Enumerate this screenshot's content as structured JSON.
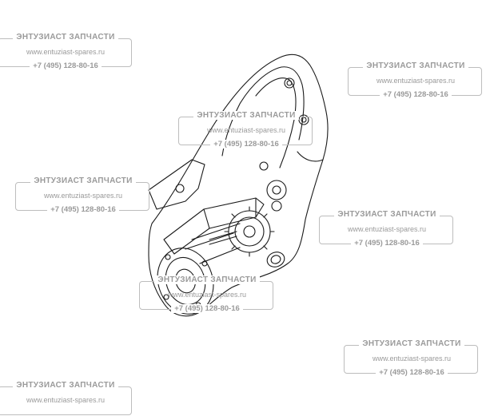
{
  "watermark": {
    "company": "ЭНТУЗИАСТ ЗАПЧАСТИ",
    "site": "www.entuziast-spares.ru",
    "phone": "+7 (495) 128-80-16"
  },
  "colors": {
    "line": "#1a1a1a",
    "watermark": "#9a9a9a",
    "background": "#ffffff"
  }
}
